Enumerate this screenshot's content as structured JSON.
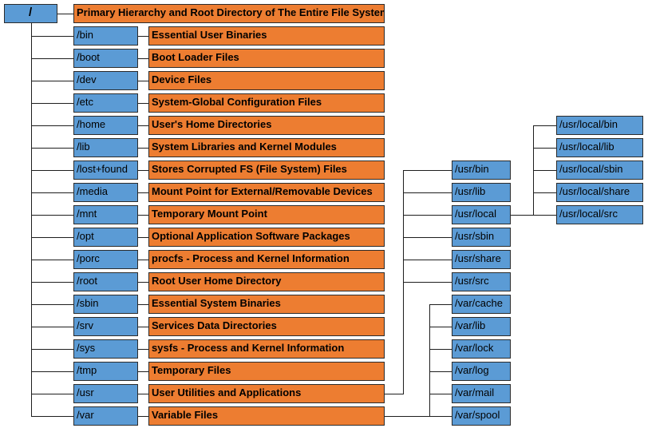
{
  "root": {
    "path": "/",
    "description": "Primary Hierarchy and Root Directory of The Entire File System"
  },
  "directories": [
    {
      "path": "/bin",
      "description": "Essential User Binaries"
    },
    {
      "path": "/boot",
      "description": "Boot Loader Files"
    },
    {
      "path": "/dev",
      "description": "Device Files"
    },
    {
      "path": "/etc",
      "description": "System-Global Configuration Files"
    },
    {
      "path": "/home",
      "description": "User's Home Directories"
    },
    {
      "path": "/lib",
      "description": "System Libraries and Kernel Modules"
    },
    {
      "path": "/lost+found",
      "description": "Stores Corrupted FS (File System) Files"
    },
    {
      "path": "/media",
      "description": "Mount Point for External/Removable Devices"
    },
    {
      "path": "/mnt",
      "description": "Temporary Mount Point"
    },
    {
      "path": "/opt",
      "description": "Optional Application Software Packages"
    },
    {
      "path": "/porc",
      "description": "procfs - Process and Kernel Information"
    },
    {
      "path": "/root",
      "description": "Root User Home Directory"
    },
    {
      "path": "/sbin",
      "description": "Essential System Binaries"
    },
    {
      "path": "/srv",
      "description": "Services Data Directories"
    },
    {
      "path": "/sys",
      "description": "sysfs - Process and Kernel Information"
    },
    {
      "path": "/tmp",
      "description": "Temporary Files"
    },
    {
      "path": "/usr",
      "description": "User Utilities and Applications"
    },
    {
      "path": "/var",
      "description": "Variable Files"
    }
  ],
  "usr_children": [
    "/usr/bin",
    "/usr/lib",
    "/usr/local",
    "/usr/sbin",
    "/usr/share",
    "/usr/src"
  ],
  "usr_local_children": [
    "/usr/local/bin",
    "/usr/local/lib",
    "/usr/local/sbin",
    "/usr/local/share",
    "/usr/local/src"
  ],
  "var_children": [
    "/var/cache",
    "/var/lib",
    "/var/lock",
    "/var/log",
    "/var/mail",
    "/var/spool"
  ],
  "colors": {
    "directory_box": "#5b9bd5",
    "description_box": "#ed7d31",
    "border": "#2b2b2b",
    "connector": "#1e1e1e"
  }
}
